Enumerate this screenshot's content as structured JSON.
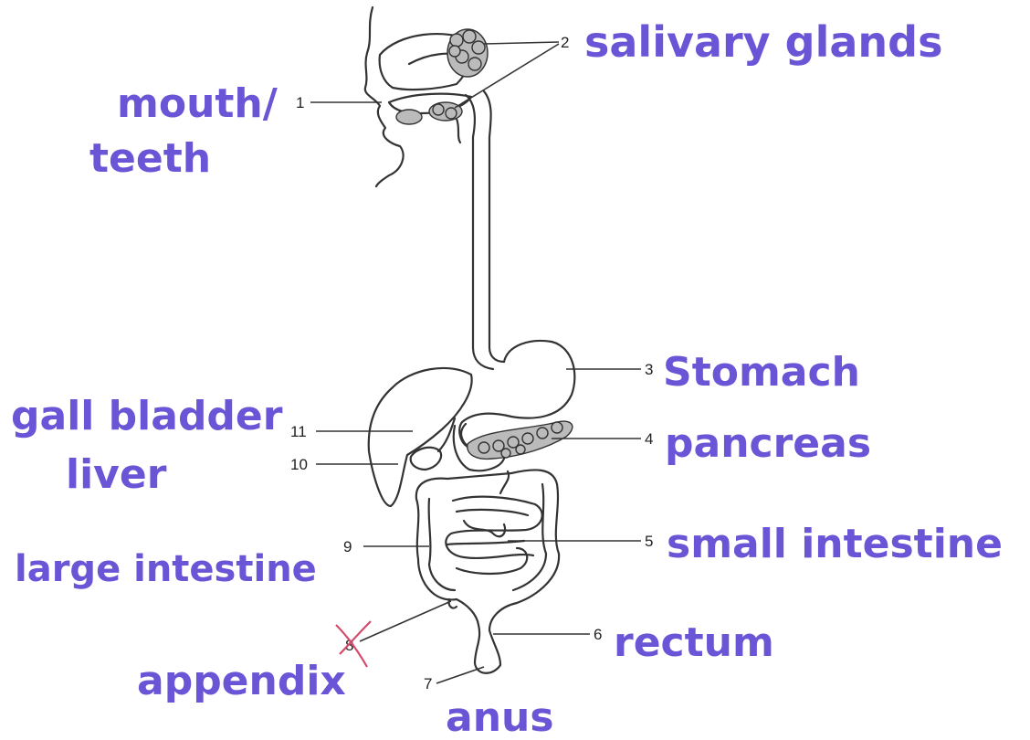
{
  "numbers": {
    "n1": "1",
    "n2": "2",
    "n3": "3",
    "n4": "4",
    "n5": "5",
    "n6": "6",
    "n7": "7",
    "n8": "8",
    "n9": "9",
    "n10": "10",
    "n11": "11"
  },
  "labels": {
    "salivary": "salivary glands",
    "mouth_line1": "mouth/",
    "mouth_line2": "teeth",
    "stomach": "Stomach",
    "pancreas": "pancreas",
    "gall_bladder": "gall bladder",
    "liver": "liver",
    "small_intestine": "small intestine",
    "large_intestine": "large intestine",
    "rectum": "rectum",
    "appendix": "appendix",
    "anus": "anus"
  },
  "colors": {
    "handwriting": "#6a55d6",
    "cross_mark": "#d44a6a",
    "line_art": "#333333"
  }
}
